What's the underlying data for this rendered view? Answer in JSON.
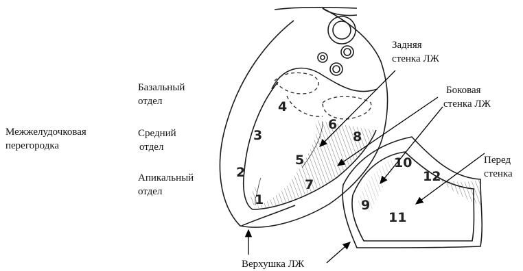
{
  "labels": {
    "septum": [
      "Межжелудочковая",
      "перегородка"
    ],
    "basal": [
      "Базальный",
      "отдел"
    ],
    "mid": [
      "Средний",
      "отдел"
    ],
    "apical": [
      "Апикальный",
      "отдел"
    ],
    "posterior": [
      "Задняя",
      "стенка ЛЖ"
    ],
    "lateral": [
      "Боковая",
      "стенка ЛЖ"
    ],
    "anterior": [
      "Перед",
      "стенка"
    ],
    "apex": "Верхушка ЛЖ"
  },
  "segments": [
    "1",
    "2",
    "3",
    "4",
    "5",
    "6",
    "7",
    "8",
    "9",
    "10",
    "11",
    "12"
  ]
}
